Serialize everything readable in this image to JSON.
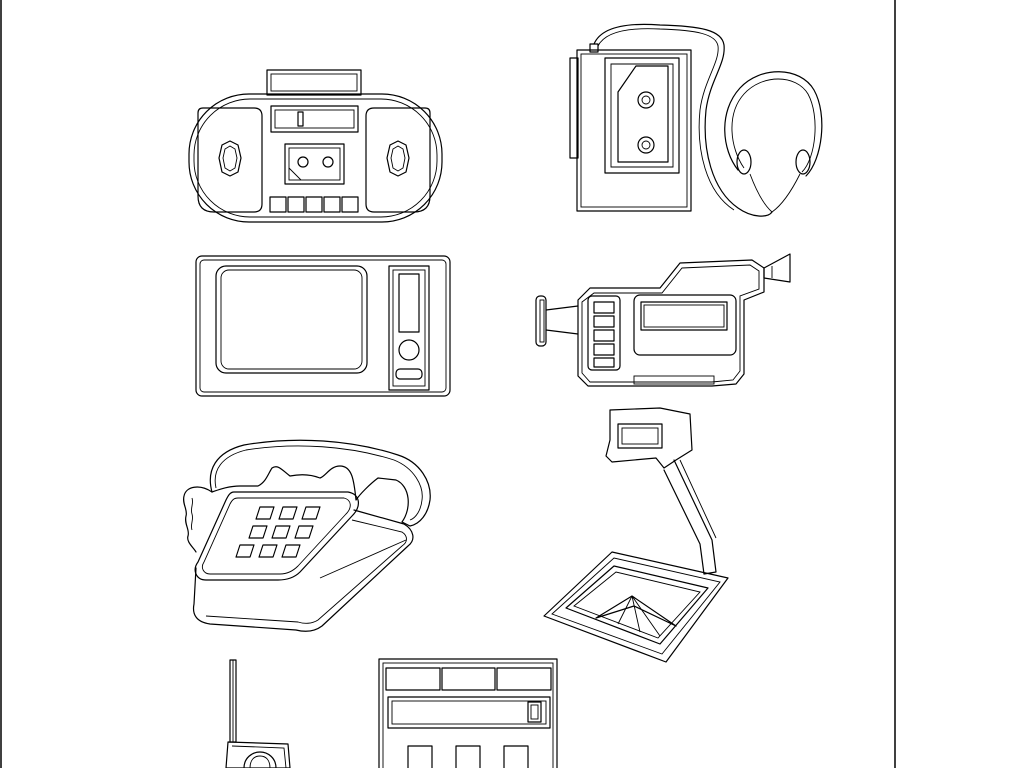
{
  "drawing": {
    "style": "black line-art clipart sheet on white background",
    "colors": {
      "background": "#ffffff",
      "stroke": "#000000"
    },
    "items": [
      {
        "name": "boombox"
      },
      {
        "name": "walkman-with-headphones"
      },
      {
        "name": "television"
      },
      {
        "name": "camcorder"
      },
      {
        "name": "push-button-telephone"
      },
      {
        "name": "overhead-projector"
      },
      {
        "name": "cordless-phone"
      },
      {
        "name": "calculator"
      }
    ]
  }
}
